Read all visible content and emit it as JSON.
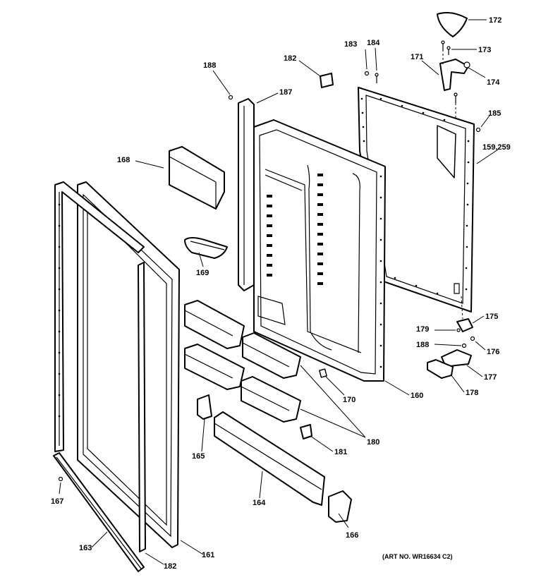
{
  "diagram": {
    "art_number": "(ART NO. WR16634 C2)",
    "callouts": [
      {
        "id": "c172",
        "label": "172"
      },
      {
        "id": "c173",
        "label": "173"
      },
      {
        "id": "c174",
        "label": "174"
      },
      {
        "id": "c171",
        "label": "171"
      },
      {
        "id": "c183",
        "label": "183"
      },
      {
        "id": "c184",
        "label": "184"
      },
      {
        "id": "c182a",
        "label": "182"
      },
      {
        "id": "c188a",
        "label": "188"
      },
      {
        "id": "c187",
        "label": "187"
      },
      {
        "id": "c185",
        "label": "185"
      },
      {
        "id": "c159",
        "label": "159,259"
      },
      {
        "id": "c168",
        "label": "168"
      },
      {
        "id": "c169",
        "label": "169"
      },
      {
        "id": "c175",
        "label": "175"
      },
      {
        "id": "c179",
        "label": "179"
      },
      {
        "id": "c188b",
        "label": "188"
      },
      {
        "id": "c176",
        "label": "176"
      },
      {
        "id": "c177",
        "label": "177"
      },
      {
        "id": "c178",
        "label": "178"
      },
      {
        "id": "c160",
        "label": "160"
      },
      {
        "id": "c170",
        "label": "170"
      },
      {
        "id": "c180",
        "label": "180"
      },
      {
        "id": "c181",
        "label": "181"
      },
      {
        "id": "c165",
        "label": "165"
      },
      {
        "id": "c167",
        "label": "167"
      },
      {
        "id": "c164",
        "label": "164"
      },
      {
        "id": "c166",
        "label": "166"
      },
      {
        "id": "c163",
        "label": "163"
      },
      {
        "id": "c182b",
        "label": "182"
      },
      {
        "id": "c161",
        "label": "161"
      }
    ]
  }
}
